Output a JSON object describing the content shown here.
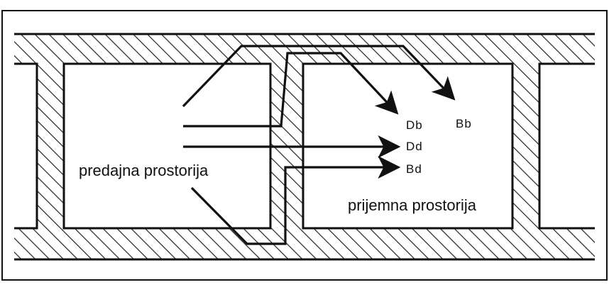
{
  "rooms": {
    "source": "predajna prostorija",
    "receiving": "prijemna prostorija"
  },
  "paths": {
    "db": "Db",
    "bb": "Bb",
    "dd": "Dd",
    "bd": "Bd"
  },
  "colors": {
    "ink": "#111111",
    "background": "#ffffff",
    "hatch": "#222222"
  }
}
